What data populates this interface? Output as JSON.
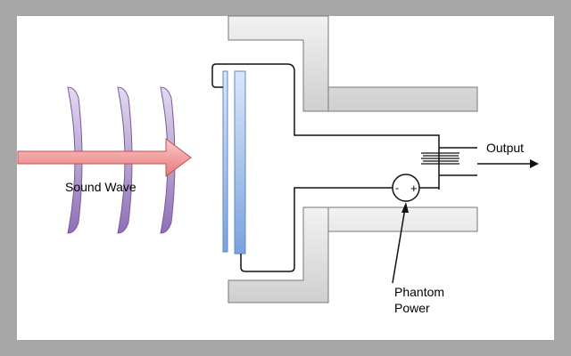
{
  "labels": {
    "sound_wave": "Sound Wave",
    "output": "Output",
    "phantom_line1": "Phantom",
    "phantom_line2": "Power",
    "minus": "-",
    "plus": "+"
  },
  "colors": {
    "wave": "#a58cc3",
    "arrow": "#f08c8c",
    "plate": "#8fb0e0",
    "housing": "#d8d8d8"
  }
}
